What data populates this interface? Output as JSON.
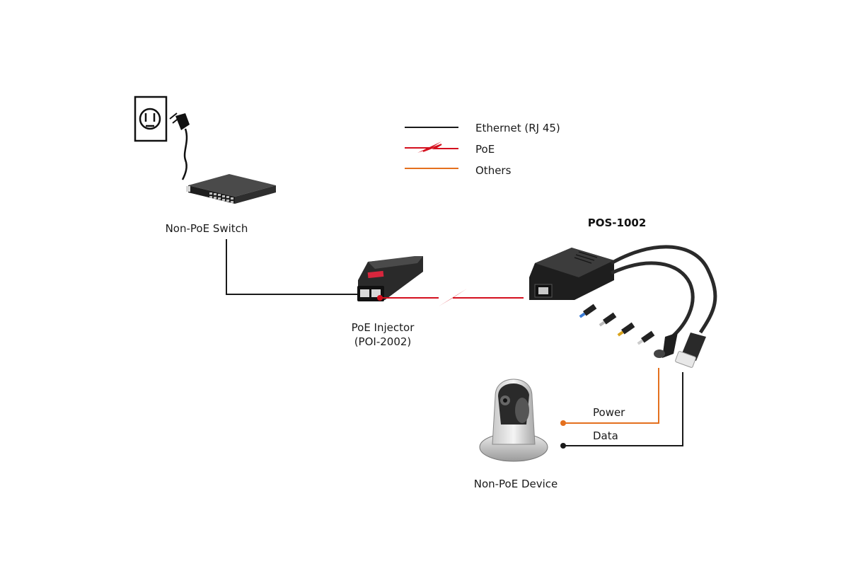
{
  "legend": {
    "ethernet": "Ethernet (RJ 45)",
    "poe": "PoE",
    "others": "Others"
  },
  "nodes": {
    "switch": "Non-PoE Switch",
    "injector_line1": "PoE Injector",
    "injector_line2": "(POI-2002)",
    "splitter_model": "POS-1002",
    "device": "Non-PoE Device"
  },
  "connections": {
    "power": "Power",
    "data": "Data"
  },
  "colors": {
    "ethernet": "#1a1a1a",
    "poe": "#d4101e",
    "others": "#e4701e"
  }
}
